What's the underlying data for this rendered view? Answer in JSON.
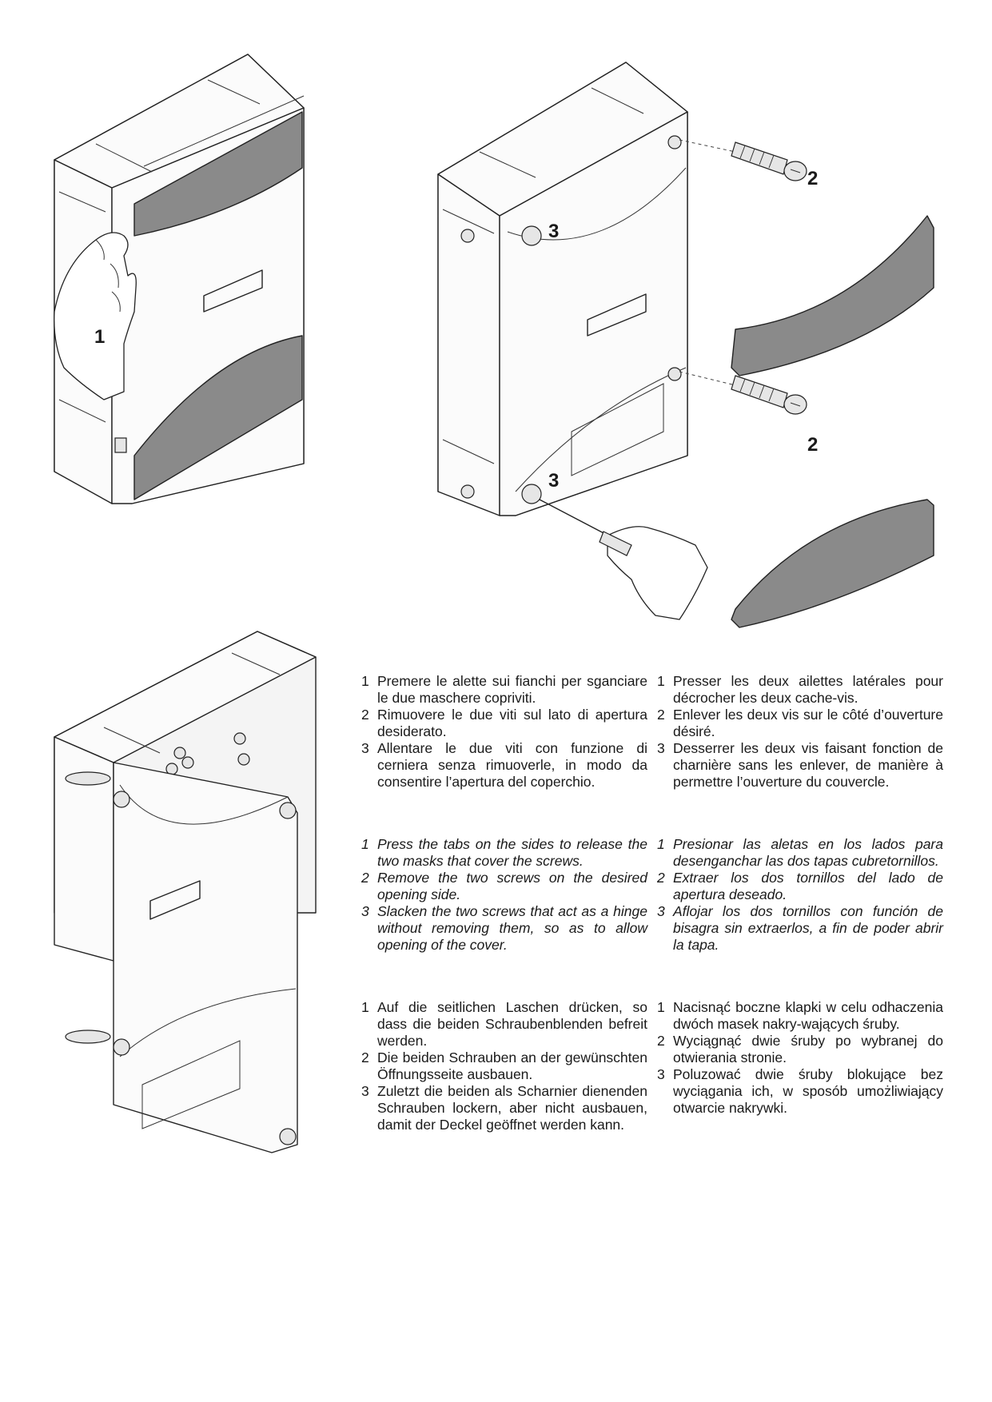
{
  "figures": {
    "top_left": {
      "callout": "1"
    },
    "top_right": {
      "callouts": [
        "2",
        "3",
        "2",
        "3"
      ]
    },
    "bottom_left": {}
  },
  "instructions": {
    "italian": [
      {
        "num": "1",
        "text": "Premere le alette sui fianchi per sganciare le due maschere copriviti."
      },
      {
        "num": "2",
        "text": "Rimuovere le due viti sul lato di apertura desiderato."
      },
      {
        "num": "3",
        "text": "Allentare le due viti con funzione di cerniera senza rimuoverle, in modo da consentire l’apertura del coperchio."
      }
    ],
    "french": [
      {
        "num": "1",
        "text": "Presser les deux ailettes latérales pour décrocher les deux cache-vis."
      },
      {
        "num": "2",
        "text": "Enlever les deux vis sur le côté d’ouverture désiré."
      },
      {
        "num": "3",
        "text": "Desserrer les deux vis faisant fonction de charnière sans les enlever, de manière à permettre l’ouverture du couvercle."
      }
    ],
    "english": [
      {
        "num": "1",
        "text": "Press the tabs on the sides to release the two masks that cover the screws."
      },
      {
        "num": "2",
        "text": "Remove the two screws on the desired opening side."
      },
      {
        "num": "3",
        "text": "Slacken the two screws that act as a hinge without removing them, so as to allow opening of the cover."
      }
    ],
    "spanish": [
      {
        "num": "1",
        "text": "Presionar las aletas en los lados para desenganchar las dos tapas cubretornillos."
      },
      {
        "num": "2",
        "text": "Extraer los dos tornillos del lado de apertura deseado."
      },
      {
        "num": "3",
        "text": "Aflojar los dos tornillos con función de bisagra sin extraerlos, a fin de poder abrir la tapa."
      }
    ],
    "german": [
      {
        "num": "1",
        "text": "Auf die seitlichen Laschen drücken, so dass die beiden Schraubenblenden befreit werden."
      },
      {
        "num": "2",
        "text": "Die beiden Schrauben an der gewünschten Öffnungsseite ausbauen."
      },
      {
        "num": "3",
        "text": "Zuletzt die beiden als Scharnier dienenden Schrauben lockern, aber nicht ausbauen, damit der Deckel geöffnet werden kann."
      }
    ],
    "polish": [
      {
        "num": "1",
        "text": "Nacisnąć boczne klapki w celu odhaczenia dwóch masek nakry-wających śruby."
      },
      {
        "num": "2",
        "text": "Wyciągnąć dwie śruby po wybranej do otwierania stronie."
      },
      {
        "num": "3",
        "text": "Poluzować dwie śruby blokujące bez wyciągania ich, w sposób umożliwiający otwarcie nakrywki."
      }
    ]
  }
}
